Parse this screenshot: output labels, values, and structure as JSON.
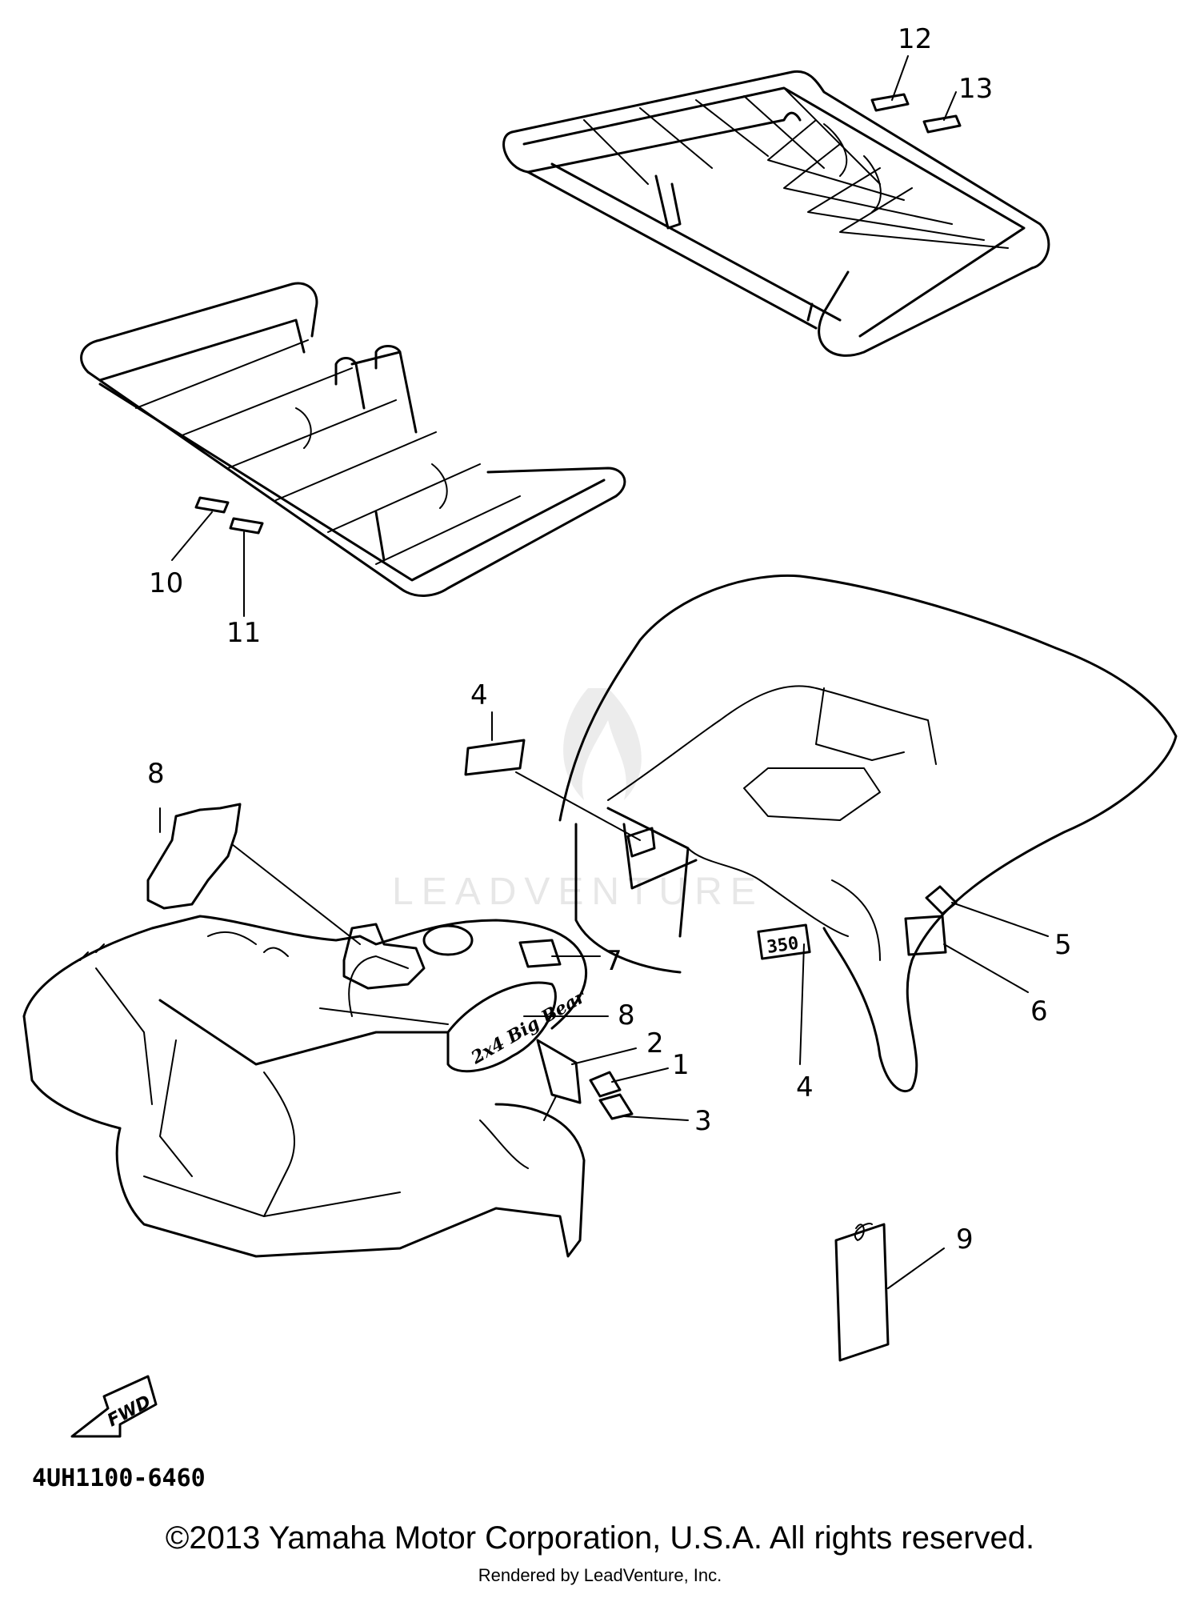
{
  "diagram": {
    "callouts": [
      {
        "id": "c1",
        "label": "1"
      },
      {
        "id": "c2",
        "label": "2"
      },
      {
        "id": "c3",
        "label": "3"
      },
      {
        "id": "c4a",
        "label": "4"
      },
      {
        "id": "c4b",
        "label": "4"
      },
      {
        "id": "c5",
        "label": "5"
      },
      {
        "id": "c6",
        "label": "6"
      },
      {
        "id": "c7",
        "label": "7"
      },
      {
        "id": "c8a",
        "label": "8"
      },
      {
        "id": "c8b",
        "label": "8"
      },
      {
        "id": "c9",
        "label": "9"
      },
      {
        "id": "c10",
        "label": "10"
      },
      {
        "id": "c11",
        "label": "11"
      },
      {
        "id": "c12",
        "label": "12"
      },
      {
        "id": "c13",
        "label": "13"
      }
    ],
    "fwd_label": "FWD",
    "decal_350": "350",
    "logo_text": "2x4 Big Bear",
    "part_code": "4UH1100-6460",
    "watermark": "LEADVENTURE",
    "copyright": "©2013 Yamaha Motor Corporation, U.S.A. All rights reserved.",
    "rendered_by": "Rendered by LeadVenture, Inc."
  }
}
